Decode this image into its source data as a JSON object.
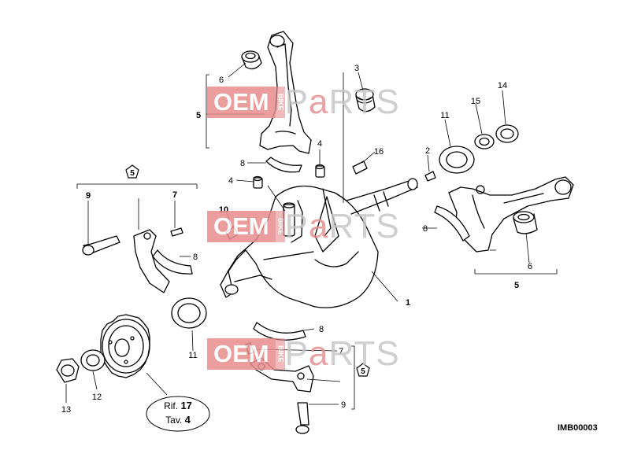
{
  "watermark": {
    "brand": "OEM",
    "vertical": "BIKE",
    "p": "P",
    "a": "a",
    "rest": "RTS"
  },
  "drawing_code": "IMB00003",
  "reference": {
    "rif_label": "Rif.",
    "rif_value": "17",
    "tav_label": "Tav.",
    "tav_value": "4"
  },
  "group_badge": "5",
  "callouts": [
    {
      "id": "c6a",
      "text": "6"
    },
    {
      "id": "c5a",
      "text": "5"
    },
    {
      "id": "c3",
      "text": "3"
    },
    {
      "id": "c8a",
      "text": "8"
    },
    {
      "id": "c4a",
      "text": "4"
    },
    {
      "id": "c4b",
      "text": "4"
    },
    {
      "id": "c16",
      "text": "16"
    },
    {
      "id": "c2",
      "text": "2"
    },
    {
      "id": "c11a",
      "text": "11"
    },
    {
      "id": "c15",
      "text": "15"
    },
    {
      "id": "c14",
      "text": "14"
    },
    {
      "id": "c9a",
      "text": "9"
    },
    {
      "id": "c7a",
      "text": "7"
    },
    {
      "id": "c10",
      "text": "10"
    },
    {
      "id": "c8b",
      "text": "8"
    },
    {
      "id": "c8c",
      "text": "8"
    },
    {
      "id": "c6b",
      "text": "6"
    },
    {
      "id": "c5b",
      "text": "5"
    },
    {
      "id": "c1",
      "text": "1"
    },
    {
      "id": "c8d",
      "text": "8"
    },
    {
      "id": "c11b",
      "text": "11"
    },
    {
      "id": "c7b",
      "text": "7"
    },
    {
      "id": "c9b",
      "text": "9"
    },
    {
      "id": "c12",
      "text": "12"
    },
    {
      "id": "c13",
      "text": "13"
    }
  ]
}
